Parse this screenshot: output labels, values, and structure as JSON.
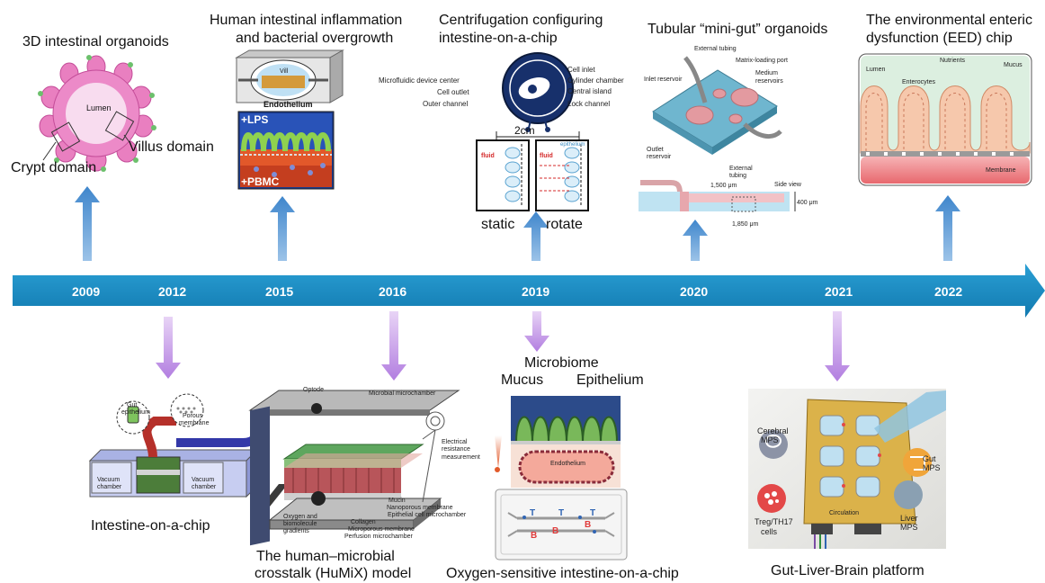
{
  "timeline": {
    "years": [
      "2009",
      "2012",
      "2015",
      "2016",
      "2019",
      "2020",
      "2021",
      "2022"
    ]
  },
  "top": {
    "organoids": {
      "title": "3D intestinal organoids",
      "lumen": "Lumen",
      "crypt": "Crypt domain",
      "villus": "Villus domain"
    },
    "inflammation": {
      "title_l1": "Human intestinal inflammation",
      "title_l2": "and bacterial overgrowth",
      "vill": "Vill",
      "endothelium": "Endothelium",
      "lps": "+LPS",
      "pbmc": "+PBMC"
    },
    "centrifugation": {
      "title_l1": "Centrifugation configuring",
      "title_l2": "intestine-on-a-chip",
      "left_labels": [
        "Microfluidic device center",
        "Cell outlet",
        "Outer channel"
      ],
      "right_labels": [
        "Cell inlet",
        "Cylinder chamber",
        "Central island",
        "Lock channel"
      ],
      "size": "2cm",
      "fluid1": "fluid",
      "fluid2": "fluid",
      "epi": "epithelium",
      "static": "static",
      "rotate": "rotate"
    },
    "minigut": {
      "title": "Tubular “mini-gut” organoids",
      "external_tubing": "External tubing",
      "matrix_port": "Matrix-loading port",
      "inlet_reservoir": "Inlet reservoir",
      "medium_l1": "Medium",
      "medium_l2": "reservoirs",
      "outlet_l1": "Outlet",
      "outlet_l2": "reservoir",
      "ext2_l1": "External",
      "ext2_l2": "tubing",
      "side_view": "Side view",
      "d1": "1,500 μm",
      "d2": "1,850 μm",
      "d3": "400 μm"
    },
    "eed": {
      "title_l1": "The environmental enteric",
      "title_l2": "dysfunction (EED) chip",
      "lumen": "Lumen",
      "nutrients": "Nutrients",
      "mucus": "Mucus",
      "enterocytes": "Enterocytes",
      "membrane": "Membrane"
    }
  },
  "bottom": {
    "chip2012": {
      "caption": "Intestine-on-a-chip",
      "gut_l1": "Gut",
      "gut_l2": "epithelium",
      "porous_l1": "Porous",
      "porous_l2": "membrane",
      "vac_l1": "Vacuum",
      "vac_l2": "chamber",
      "vac2_l1": "Vacuum",
      "vac2_l2": "chamber"
    },
    "humix": {
      "caption_l1": "The human–microbial",
      "caption_l2": "crosstalk (HuMiX) model",
      "optode": "Optode",
      "microbial": "Microbial microchamber",
      "electrical_l1": "Electrical",
      "electrical_l2": "resistance",
      "electrical_l3": "measurement",
      "oxygen_l1": "Oxygen and",
      "oxygen_l2": "biomolecule",
      "oxygen_l3": "gradients",
      "layers": [
        "Mucin",
        "Nanoporous membrane",
        "Epithelial cell microchamber",
        "Collagen",
        "Microporous membrane",
        "Perfusion microchamber"
      ]
    },
    "oxygen": {
      "microbiome": "Microbiome",
      "mucus": "Mucus",
      "epithelium": "Epithelium",
      "endothelium": "Endothelium",
      "caption": "Oxygen-sensitive intestine-on-a-chip",
      "letters": [
        "T",
        "T",
        "T",
        "B",
        "B",
        "B"
      ]
    },
    "glb": {
      "caption": "Gut-Liver-Brain platform",
      "cerebral_l1": "Cerebral",
      "cerebral_l2": "MPS",
      "gut_l1": "Gut",
      "gut_l2": "MPS",
      "treg_l1": "Treg/TH17",
      "treg_l2": "cells",
      "liver_l1": "Liver",
      "liver_l2": "MPS",
      "circulation": "Circulation"
    }
  },
  "colors": {
    "timeline": "#1689c3",
    "up_arrow": "#5b9bd5",
    "down_arrow": "#c79be8"
  }
}
